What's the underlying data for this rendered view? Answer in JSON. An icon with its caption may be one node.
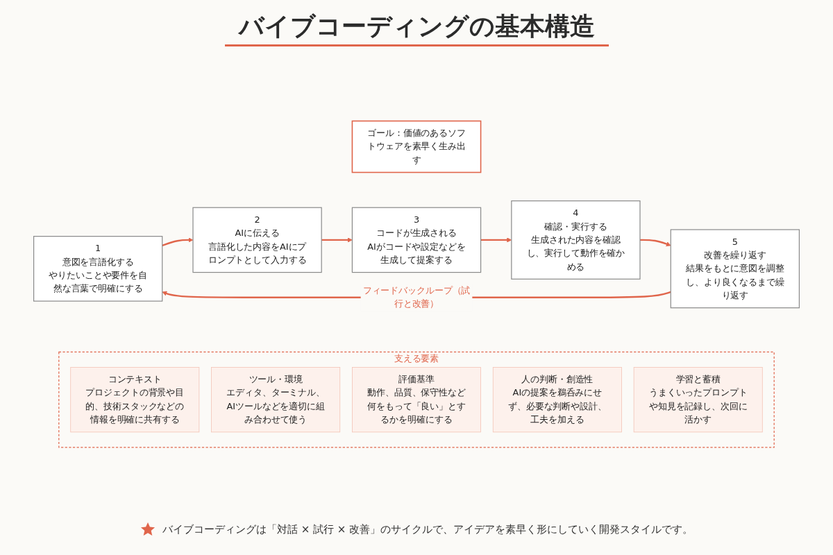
{
  "diagram": {
    "title": "バイブコーディングの基本構造",
    "caption": "バイブコーディングは「対話 × 試行 × 改善」のサイクルで、アイデアを素早く形にしていく開発スタイルです。",
    "nodes": [
      {
        "text": [
          "ゴール：価値のあるソフトウェアを素早く生み出す"
        ]
      },
      {
        "text": [
          "1",
          "意図を言語化する",
          "やりたいことや要件を自然な言葉で明確にする"
        ]
      },
      {
        "text": [
          "2",
          "AIに伝える",
          "言語化した内容をAIにプロンプトとして入力する"
        ]
      },
      {
        "text": [
          "3",
          "コードが生成される",
          "AIがコードや設定などを生成して提案する"
        ]
      },
      {
        "text": [
          "4",
          "確認・実行する",
          "生成された内容を確認し、実行して動作を確かめる"
        ]
      },
      {
        "text": [
          "5",
          "改善を繰り返す",
          "結果をもとに意図を調整し、より良くなるまで繰り返す"
        ]
      },
      {
        "text": [
          "支える要素"
        ]
      },
      {
        "text": [
          "コンテキスト",
          "プロジェクトの背景や目的、技術スタックなどの情報を明確に共有する"
        ],
        "in": 6
      },
      {
        "text": [
          "ツール・環境",
          "エディタ、ターミナル、AIツールなどを適切に組み合わせて使う"
        ],
        "in": 6
      },
      {
        "text": [
          "評価基準",
          "動作、品質、保守性など何をもって「良い」とするかを明確にする"
        ],
        "in": 6
      },
      {
        "text": [
          "人の判断・創造性",
          "AIの提案を鵜呑みにせず、必要な判断や設計、工夫を加える"
        ],
        "in": 6
      },
      {
        "text": [
          "学習と蓄積",
          "うまくいったプロンプトや知見を記録し、次回に活かす"
        ],
        "in": 6
      }
    ],
    "edges": [
      {
        "from": 1,
        "to": 2,
        "arrow": "to"
      },
      {
        "from": 2,
        "to": 3,
        "arrow": "to"
      },
      {
        "from": 3,
        "to": 4,
        "arrow": "to"
      },
      {
        "from": 4,
        "to": 5,
        "arrow": "to"
      },
      {
        "from": 5,
        "to": 1,
        "arrow": "to",
        "label": "フィードバックループ（試行と改善）"
      }
    ]
  }
}
